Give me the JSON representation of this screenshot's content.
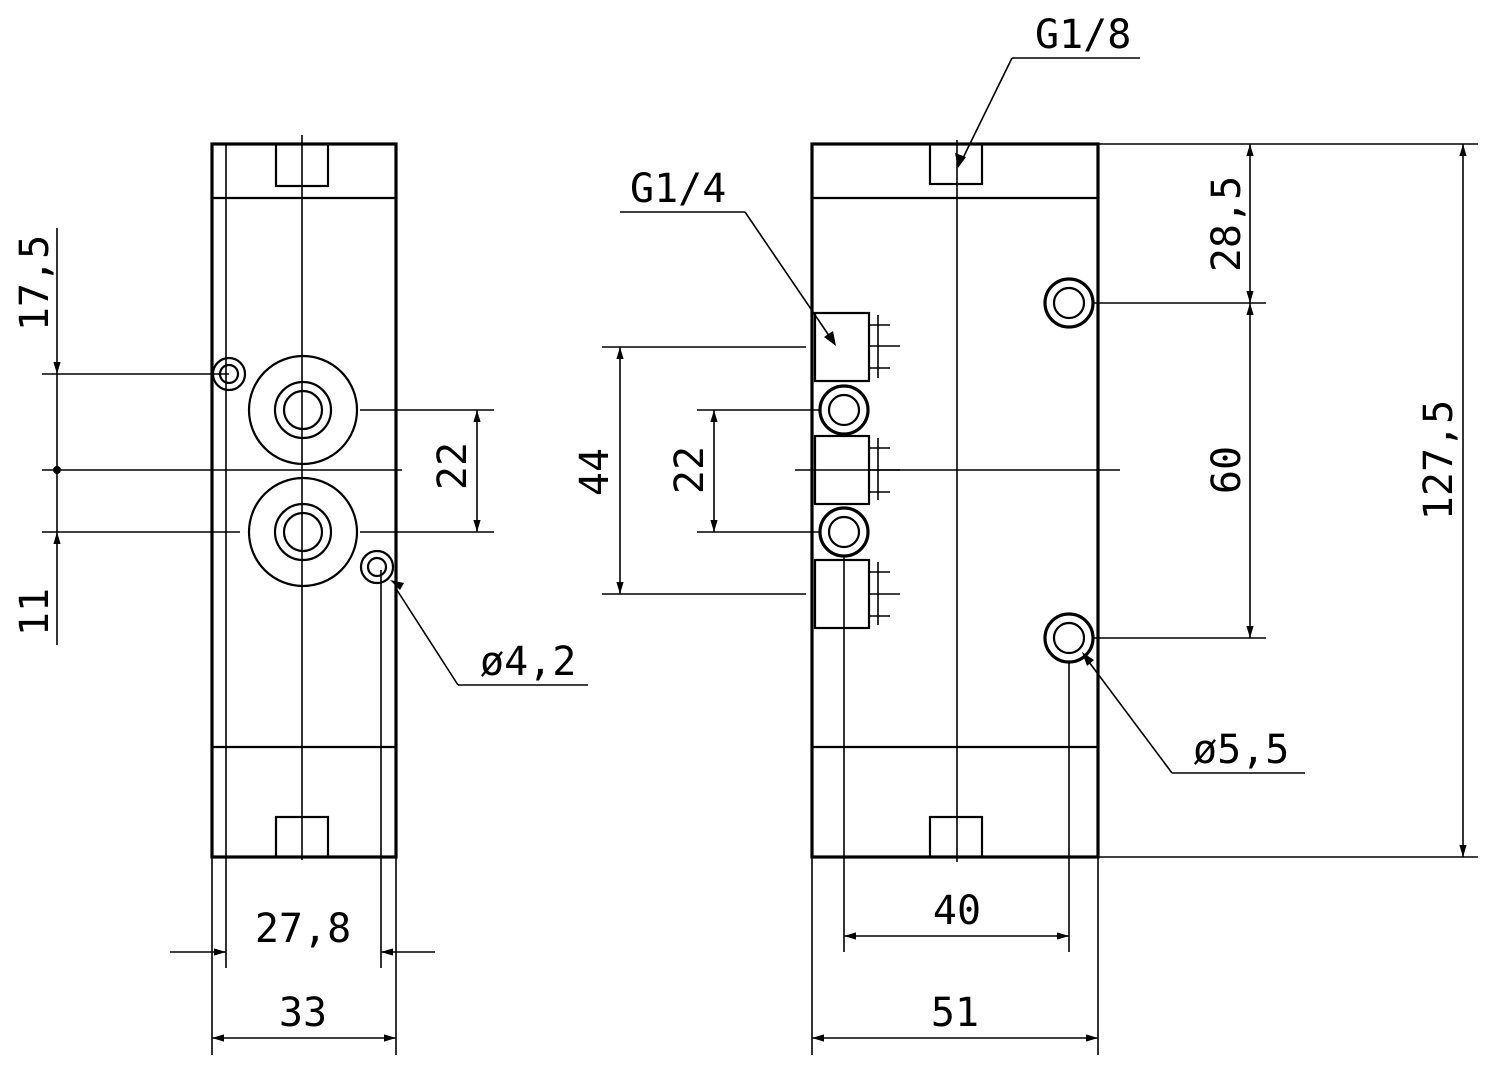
{
  "drawing": {
    "side_view": {
      "dims": {
        "d_17_5": "17,5",
        "d_11": "11",
        "d_22": "22",
        "d_27_8": "27,8",
        "d_33": "33",
        "hole": "ø4,2"
      }
    },
    "front_view": {
      "dims": {
        "g18": "G1/8",
        "g14": "G1/4",
        "d_28_5": "28,5",
        "d_60": "60",
        "d_127_5": "127,5",
        "d_44": "44",
        "d_22": "22",
        "d_40": "40",
        "d_51": "51",
        "hole": "ø5,5"
      }
    }
  }
}
